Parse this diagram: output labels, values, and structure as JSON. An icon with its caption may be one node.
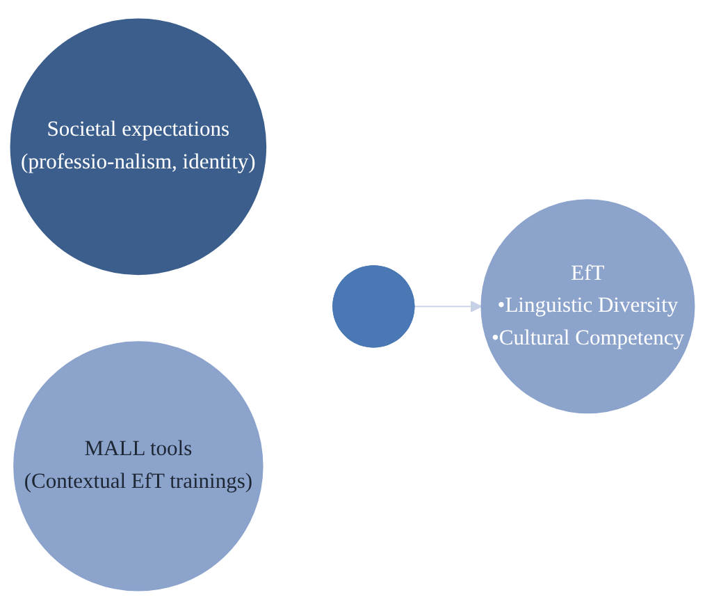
{
  "diagram": {
    "nodes": [
      {
        "text": [
          "Societal expectations",
          "(professio-nalism, identity)"
        ]
      },
      {
        "text": [],
        "shape": "plus"
      },
      {
        "text": [
          "MALL tools",
          "(Contextual EfT trainings)"
        ]
      },
      {
        "text": [
          "EfT",
          "•Linguistic Diversity",
          "•Cultural Competency"
        ]
      }
    ],
    "edges": [
      {
        "from": 1,
        "to": 3,
        "arrow": "to",
        "color": "#c6d0e6"
      }
    ]
  }
}
